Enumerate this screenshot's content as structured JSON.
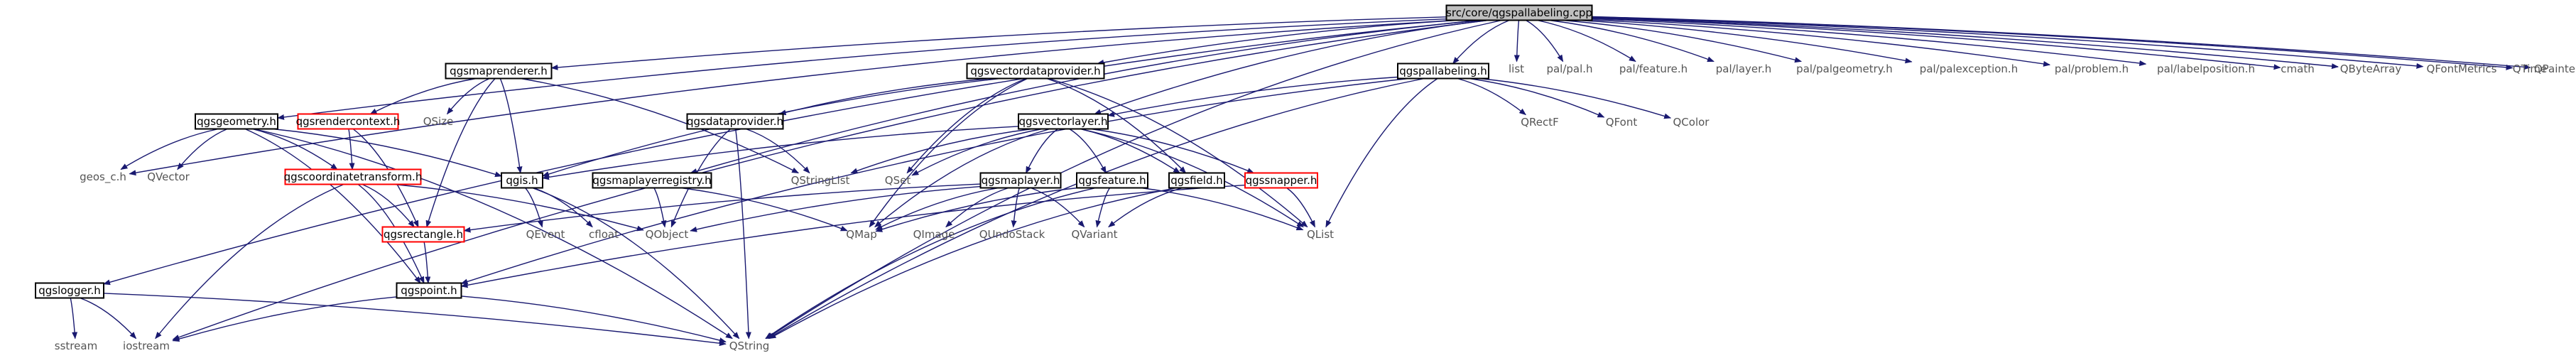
{
  "graph": {
    "title": "",
    "nodes": [
      {
        "id": "root",
        "label": "src/core/qgspallabeling.cpp",
        "style": "root",
        "boxed": true
      },
      {
        "id": "qgsmaprenderer",
        "label": "qgsmaprenderer.h",
        "style": "normal",
        "boxed": true
      },
      {
        "id": "qgsvectordataprovider",
        "label": "qgsvectordataprovider.h",
        "style": "normal",
        "boxed": true
      },
      {
        "id": "qgspallabeling",
        "label": "qgspallabeling.h",
        "style": "normal",
        "boxed": true
      },
      {
        "id": "list",
        "label": "list",
        "style": "system",
        "boxed": false
      },
      {
        "id": "palpal",
        "label": "pal/pal.h",
        "style": "system",
        "boxed": false
      },
      {
        "id": "palfeature",
        "label": "pal/feature.h",
        "style": "system",
        "boxed": false
      },
      {
        "id": "pallayer",
        "label": "pal/layer.h",
        "style": "system",
        "boxed": false
      },
      {
        "id": "palgeometry",
        "label": "pal/palgeometry.h",
        "style": "system",
        "boxed": false
      },
      {
        "id": "palexception",
        "label": "pal/palexception.h",
        "style": "system",
        "boxed": false
      },
      {
        "id": "palproblem",
        "label": "pal/problem.h",
        "style": "system",
        "boxed": false
      },
      {
        "id": "pallabelposition",
        "label": "pal/labelposition.h",
        "style": "system",
        "boxed": false
      },
      {
        "id": "cmath",
        "label": "cmath",
        "style": "system",
        "boxed": false
      },
      {
        "id": "qbytearray",
        "label": "QByteArray",
        "style": "system",
        "boxed": false
      },
      {
        "id": "qfontmetrics",
        "label": "QFontMetrics",
        "style": "system",
        "boxed": false
      },
      {
        "id": "qtime",
        "label": "QTime",
        "style": "system",
        "boxed": false
      },
      {
        "id": "qpainter",
        "label": "QPainter",
        "style": "system",
        "boxed": false
      },
      {
        "id": "qgsgeometry",
        "label": "qgsgeometry.h",
        "style": "normal",
        "boxed": true
      },
      {
        "id": "qgsrendercontext",
        "label": "qgsrendercontext.h",
        "style": "missing",
        "boxed": true
      },
      {
        "id": "qsize",
        "label": "QSize",
        "style": "system",
        "boxed": false
      },
      {
        "id": "qgsdataprovider",
        "label": "qgsdataprovider.h",
        "style": "normal",
        "boxed": true
      },
      {
        "id": "qgsvectorlayer",
        "label": "qgsvectorlayer.h",
        "style": "normal",
        "boxed": true
      },
      {
        "id": "qrectf",
        "label": "QRectF",
        "style": "system",
        "boxed": false
      },
      {
        "id": "qfont",
        "label": "QFont",
        "style": "system",
        "boxed": false
      },
      {
        "id": "qcolor",
        "label": "QColor",
        "style": "system",
        "boxed": false
      },
      {
        "id": "geos",
        "label": "geos_c.h",
        "style": "system",
        "boxed": false
      },
      {
        "id": "qvector",
        "label": "QVector",
        "style": "system",
        "boxed": false
      },
      {
        "id": "qgscoordinatetransform",
        "label": "qgscoordinatetransform.h",
        "style": "missing",
        "boxed": true
      },
      {
        "id": "qgis",
        "label": "qgis.h",
        "style": "normal",
        "boxed": true
      },
      {
        "id": "qgsmaplayerregistry",
        "label": "qgsmaplayerregistry.h",
        "style": "normal",
        "boxed": true
      },
      {
        "id": "qstringlist",
        "label": "QStringList",
        "style": "system",
        "boxed": false
      },
      {
        "id": "qset",
        "label": "QSet",
        "style": "system",
        "boxed": false
      },
      {
        "id": "qgsmaplayer",
        "label": "qgsmaplayer.h",
        "style": "normal",
        "boxed": true
      },
      {
        "id": "qgsfeature",
        "label": "qgsfeature.h",
        "style": "normal",
        "boxed": true
      },
      {
        "id": "qgsfield",
        "label": "qgsfield.h",
        "style": "normal",
        "boxed": true
      },
      {
        "id": "qgssnapper",
        "label": "qgssnapper.h",
        "style": "missing",
        "boxed": true
      },
      {
        "id": "qgsrectangle",
        "label": "qgsrectangle.h",
        "style": "missing",
        "boxed": true
      },
      {
        "id": "qevent",
        "label": "QEvent",
        "style": "system",
        "boxed": false
      },
      {
        "id": "cfloat",
        "label": "cfloat",
        "style": "system",
        "boxed": false
      },
      {
        "id": "qobject",
        "label": "QObject",
        "style": "system",
        "boxed": false
      },
      {
        "id": "qmap",
        "label": "QMap",
        "style": "system",
        "boxed": false
      },
      {
        "id": "qimage",
        "label": "QImage",
        "style": "system",
        "boxed": false
      },
      {
        "id": "qundostack",
        "label": "QUndoStack",
        "style": "system",
        "boxed": false
      },
      {
        "id": "qvariant",
        "label": "QVariant",
        "style": "system",
        "boxed": false
      },
      {
        "id": "qlist",
        "label": "QList",
        "style": "system",
        "boxed": false
      },
      {
        "id": "qgslogger",
        "label": "qgslogger.h",
        "style": "normal",
        "boxed": true
      },
      {
        "id": "qgspoint",
        "label": "qgspoint.h",
        "style": "normal",
        "boxed": true
      },
      {
        "id": "sstream",
        "label": "sstream",
        "style": "system",
        "boxed": false
      },
      {
        "id": "iostream",
        "label": "iostream",
        "style": "system",
        "boxed": false
      },
      {
        "id": "qstring",
        "label": "QString",
        "style": "system",
        "boxed": false
      }
    ],
    "edges": [
      [
        "root",
        "qgsmaprenderer"
      ],
      [
        "root",
        "qgsvectordataprovider"
      ],
      [
        "root",
        "qgspallabeling"
      ],
      [
        "root",
        "list"
      ],
      [
        "root",
        "palpal"
      ],
      [
        "root",
        "palfeature"
      ],
      [
        "root",
        "pallayer"
      ],
      [
        "root",
        "palgeometry"
      ],
      [
        "root",
        "palexception"
      ],
      [
        "root",
        "palproblem"
      ],
      [
        "root",
        "pallabelposition"
      ],
      [
        "root",
        "cmath"
      ],
      [
        "root",
        "qbytearray"
      ],
      [
        "root",
        "qfontmetrics"
      ],
      [
        "root",
        "qtime"
      ],
      [
        "root",
        "qpainter"
      ],
      [
        "root",
        "qgsgeometry"
      ],
      [
        "root",
        "qgsvectorlayer"
      ],
      [
        "root",
        "geos"
      ],
      [
        "root",
        "qgslogger"
      ],
      [
        "root",
        "qgsmaplayerregistry"
      ],
      [
        "root",
        "qstring"
      ],
      [
        "root",
        "iostream"
      ],
      [
        "qgsmaprenderer",
        "qgsrendercontext"
      ],
      [
        "qgsmaprenderer",
        "qsize"
      ],
      [
        "qgsmaprenderer",
        "qgis"
      ],
      [
        "qgsmaprenderer",
        "qstringlist"
      ],
      [
        "qgsmaprenderer",
        "qgsrectangle"
      ],
      [
        "qgsvectordataprovider",
        "qgsdataprovider"
      ],
      [
        "qgsvectordataprovider",
        "qset"
      ],
      [
        "qgsvectordataprovider",
        "qmap"
      ],
      [
        "qgsvectordataprovider",
        "qgsfield"
      ],
      [
        "qgsvectordataprovider",
        "qlist"
      ],
      [
        "qgsvectordataprovider",
        "qgis"
      ],
      [
        "qgspallabeling",
        "qgsvectorlayer"
      ],
      [
        "qgspallabeling",
        "qrectf"
      ],
      [
        "qgspallabeling",
        "qfont"
      ],
      [
        "qgspallabeling",
        "qcolor"
      ],
      [
        "qgspallabeling",
        "qlist"
      ],
      [
        "qgspallabeling",
        "qgspoint"
      ],
      [
        "qgspallabeling",
        "qstring"
      ],
      [
        "qgsgeometry",
        "geos"
      ],
      [
        "qgsgeometry",
        "qvector"
      ],
      [
        "qgsgeometry",
        "qgscoordinatetransform"
      ],
      [
        "qgsgeometry",
        "qgis"
      ],
      [
        "qgsgeometry",
        "qgspoint"
      ],
      [
        "qgsgeometry",
        "qstring"
      ],
      [
        "qgsrendercontext",
        "qgscoordinatetransform"
      ],
      [
        "qgsrendercontext",
        "qgsrectangle"
      ],
      [
        "qgsdataprovider",
        "qobject"
      ],
      [
        "qgsdataprovider",
        "qstring"
      ],
      [
        "qgsdataprovider",
        "qstringlist"
      ],
      [
        "qgsvectorlayer",
        "qgis"
      ],
      [
        "qgsvectorlayer",
        "qstringlist"
      ],
      [
        "qgsvectorlayer",
        "qset"
      ],
      [
        "qgsvectorlayer",
        "qgsmaplayer"
      ],
      [
        "qgsvectorlayer",
        "qgsfeature"
      ],
      [
        "qgsvectorlayer",
        "qgsfield"
      ],
      [
        "qgsvectorlayer",
        "qgssnapper"
      ],
      [
        "qgsvectorlayer",
        "qmap"
      ],
      [
        "qgsvectorlayer",
        "qlist"
      ],
      [
        "qgscoordinatetransform",
        "qgsrectangle"
      ],
      [
        "qgscoordinatetransform",
        "qgspoint"
      ],
      [
        "qgscoordinatetransform",
        "qobject"
      ],
      [
        "qgscoordinatetransform",
        "iostream"
      ],
      [
        "qgis",
        "qevent"
      ],
      [
        "qgis",
        "cfloat"
      ],
      [
        "qgis",
        "qstring"
      ],
      [
        "qgsmaplayerregistry",
        "qobject"
      ],
      [
        "qgsmaplayerregistry",
        "qmap"
      ],
      [
        "qgsmaplayer",
        "qgsrectangle"
      ],
      [
        "qgsmaplayer",
        "qobject"
      ],
      [
        "qgsmaplayer",
        "qimage"
      ],
      [
        "qgsmaplayer",
        "qundostack"
      ],
      [
        "qgsmaplayer",
        "qvariant"
      ],
      [
        "qgsmaplayer",
        "qmap"
      ],
      [
        "qgsfeature",
        "qmap"
      ],
      [
        "qgsfeature",
        "qvariant"
      ],
      [
        "qgsfeature",
        "qlist"
      ],
      [
        "qgsfeature",
        "qstring"
      ],
      [
        "qgsfield",
        "qvariant"
      ],
      [
        "qgsfield",
        "qstring"
      ],
      [
        "qgssnapper",
        "qlist"
      ],
      [
        "qgssnapper",
        "qgspoint"
      ],
      [
        "qgsrectangle",
        "qgspoint"
      ],
      [
        "qgslogger",
        "sstream"
      ],
      [
        "qgslogger",
        "iostream"
      ],
      [
        "qgslogger",
        "qstring"
      ],
      [
        "qgspoint",
        "iostream"
      ],
      [
        "qgspoint",
        "qstring"
      ]
    ]
  },
  "colors": {
    "edge": "#191970",
    "root_fill": "#bfbfbf",
    "normal_border": "#000000",
    "missing_border": "#ff0000",
    "system_text": "#555555",
    "text": "#000000"
  }
}
